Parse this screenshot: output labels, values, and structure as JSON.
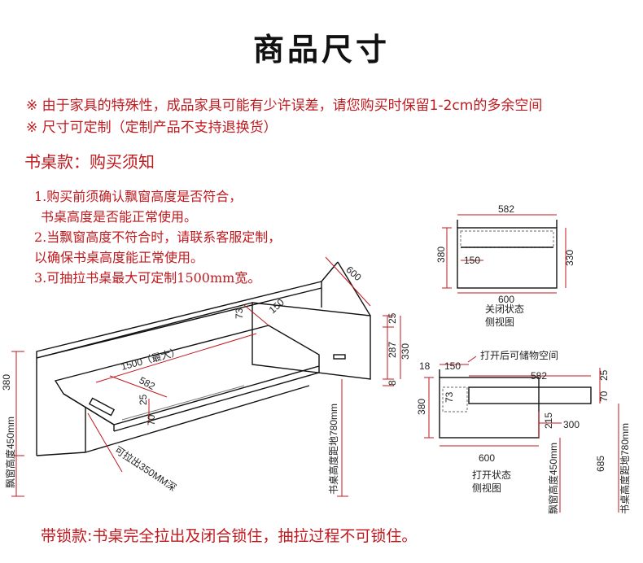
{
  "title": "商品尺寸",
  "notes": [
    "※ 由于家具的特殊性，成品家具可能有少许误差，请您购买时保留1-2cm的多余空间",
    "※ 尺寸可定制（定制产品不支持退换货）"
  ],
  "section_title": "书桌款：购买须知",
  "requirements": [
    "1.购买前须确认飘窗高度是否符合，",
    "书桌高度是否能正常使用。",
    "2.当飘窗高度不符合时，请联系客服定制，",
    "以确保书桌高度能正常使用。",
    "3.可抽拉书桌最大可定制1500mm宽。"
  ],
  "main_drawing": {
    "depth": "600",
    "left_height": "380",
    "window_height_label": "飘窗高度450mm",
    "pull_out_label": "可拉出350MM深",
    "width_label": "1500（最大）",
    "desk_depth": "582",
    "thickness": "25",
    "inner_height": "70",
    "right_top": "25",
    "right_mid": "287",
    "right_total": "330",
    "right_bottom": "8",
    "slant_73": "73",
    "slant_150": "150",
    "floor_label": "书桌高度距地780mm"
  },
  "closed_view": {
    "top_width": "582",
    "left_height": "380",
    "inner_depth": "150",
    "right_height": "330",
    "bottom_width": "600",
    "caption_line1": "关闭状态",
    "caption_line2": "侧视图"
  },
  "open_view": {
    "callout": "打开后可储物空间",
    "top_18": "18",
    "top_150": "150",
    "desk_width": "582",
    "left_height": "380",
    "inner_73": "73",
    "inner_215": "215",
    "inner_300": "300",
    "right_25": "25",
    "right_70": "70",
    "bottom_width": "600",
    "window_label": "飘窗高度450mm",
    "height_685": "685",
    "floor_label": "书桌高度距地780mm",
    "caption_line1": "打开状态",
    "caption_line2": "侧视图"
  },
  "footer": "带锁款:书桌完全拉出及闭合锁住，抽拉过程不可锁住。"
}
